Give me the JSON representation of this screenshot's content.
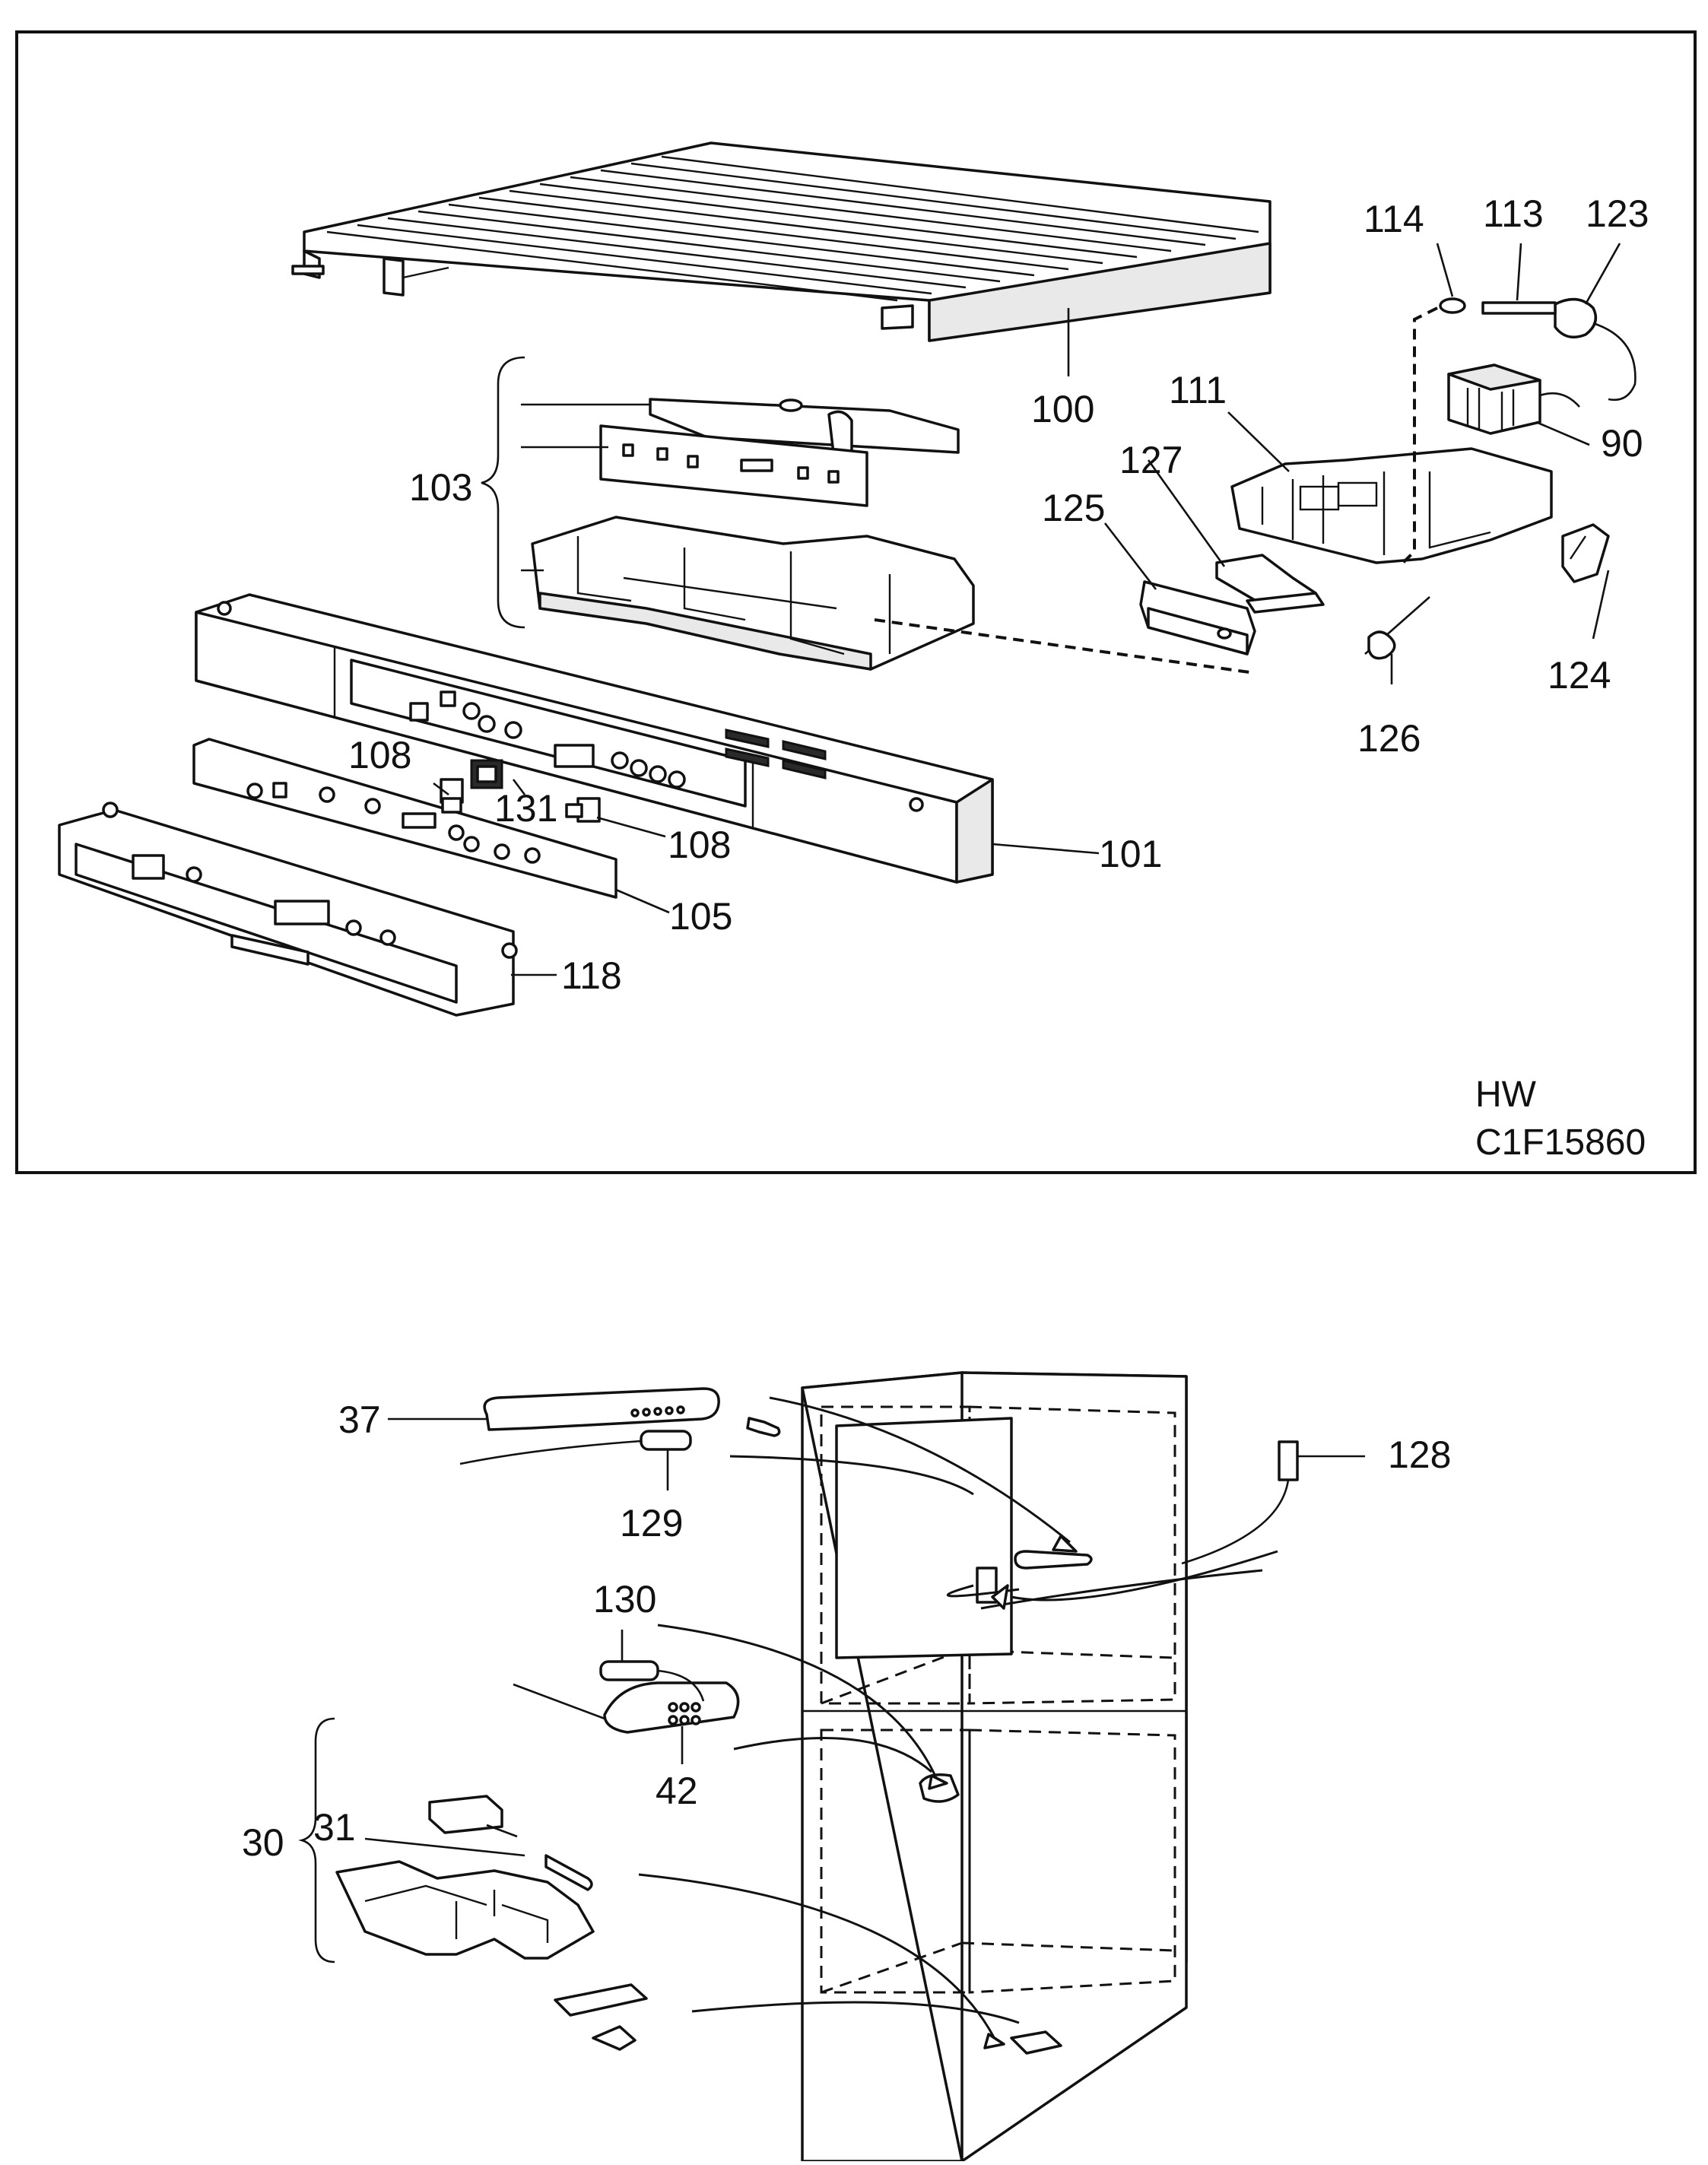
{
  "drawing": {
    "frame_ident_line1": "HW",
    "frame_ident_line2": "C1F15860"
  },
  "callouts": {
    "c100": "100",
    "c101": "101",
    "c103": "103",
    "c105": "105",
    "c108a": "108",
    "c108b": "108",
    "c111": "111",
    "c113": "113",
    "c114": "114",
    "c118": "118",
    "c123": "123",
    "c124": "124",
    "c125": "125",
    "c126": "126",
    "c127": "127",
    "c131": "131",
    "c90": "90",
    "c37": "37",
    "c129": "129",
    "c128": "128",
    "c130": "130",
    "c42": "42",
    "c30": "30",
    "c31": "31"
  }
}
